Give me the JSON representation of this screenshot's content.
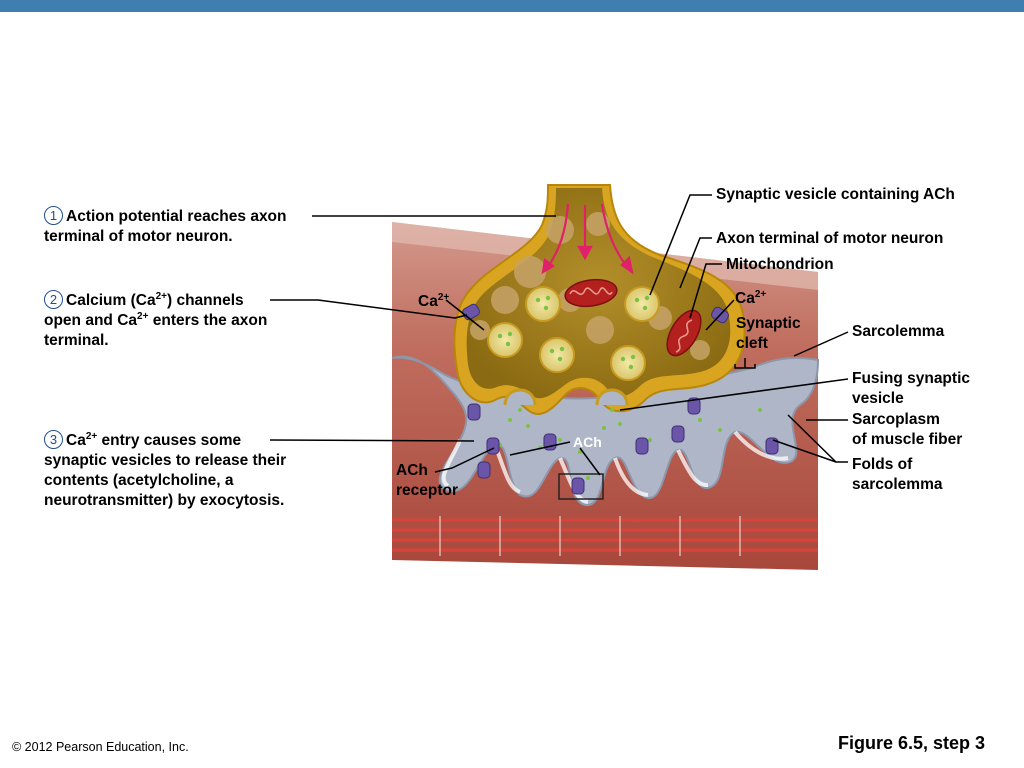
{
  "steps": [
    {
      "number": "1",
      "line1": "Action potential reaches axon",
      "line2": "terminal of motor neuron."
    },
    {
      "number": "2",
      "line1_pre": "Calcium (Ca",
      "sup": "2+",
      "line1_post": ") channels",
      "line2_pre": "open and Ca",
      "line2_sup": "2+",
      "line2_post": " enters the axon",
      "line3": "terminal."
    },
    {
      "number": "3",
      "line1_pre": "Ca",
      "sup": "2+",
      "line1_post": " entry causes some",
      "line2": "synaptic vesicles to release their",
      "line3": "contents (acetylcholine, a",
      "line4": "neurotransmitter) by exocytosis."
    }
  ],
  "labels": {
    "synaptic_vesicle": "Synaptic vesicle containing ACh",
    "axon_terminal": "Axon terminal of motor neuron",
    "mitochondrion": "Mitochondrion",
    "ca_left": "Ca",
    "ca_left_sup": "2+",
    "ca_right": "Ca",
    "ca_right_sup": "2+",
    "synaptic_cleft_1": "Synaptic",
    "synaptic_cleft_2": "cleft",
    "sarcolemma": "Sarcolemma",
    "fusing_1": "Fusing synaptic",
    "fusing_2": "vesicle",
    "sarcoplasm_1": "Sarcoplasm",
    "sarcoplasm_2": "of muscle fiber",
    "folds_1": "Folds of",
    "folds_2": "sarcolemma",
    "ach": "ACh",
    "ach_receptor_1": "ACh",
    "ach_receptor_2": "receptor"
  },
  "footer": {
    "copyright": "© 2012 Pearson Education, Inc.",
    "figure": "Figure 6.5, step 3"
  },
  "colors": {
    "header_bar": "#3f7fb0",
    "muscle": "#b8574a",
    "cleft": "#aeb6c8",
    "axon": "#d9a521",
    "arrow": "#e0206a"
  }
}
